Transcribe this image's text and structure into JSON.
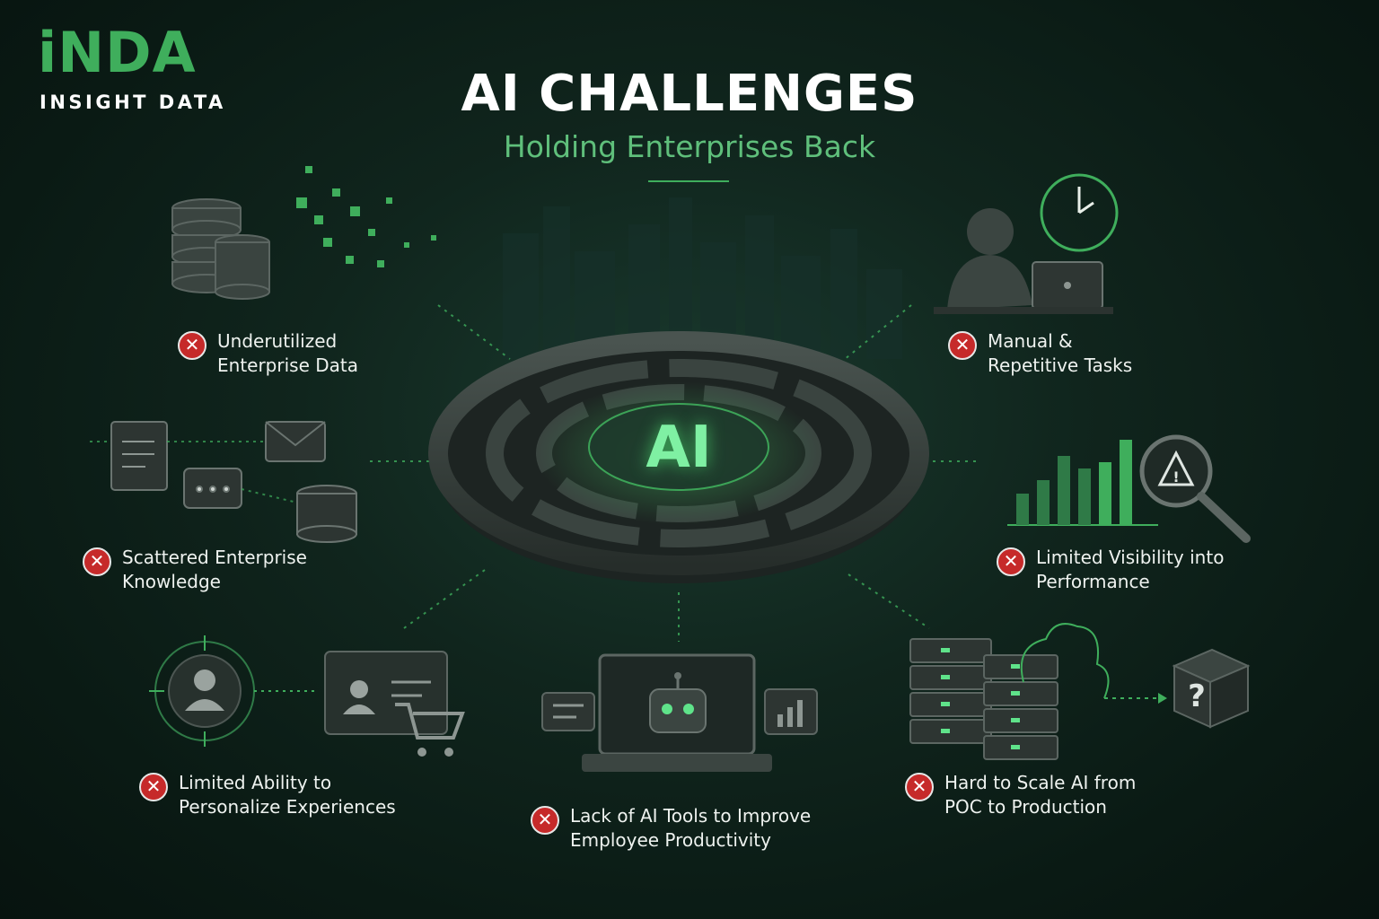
{
  "brand": {
    "logo_text": "iNDA",
    "logo_tagline": "INSIGHT DATA",
    "accent": "#3fae5c"
  },
  "header": {
    "title": "AI CHALLENGES",
    "subtitle": "Holding Enterprises Back"
  },
  "center": {
    "label": "AI",
    "icon": "maze-icon"
  },
  "status_color": "#c62a2a",
  "challenges": [
    {
      "line1": "Underutilized",
      "line2": "Enterprise Data",
      "icon": "database-icon"
    },
    {
      "line1": "Manual &",
      "line2": "Repetitive Tasks",
      "icon": "person-laptop-icon"
    },
    {
      "line1": "Scattered Enterprise",
      "line2": "Knowledge",
      "icon": "documents-icon"
    },
    {
      "line1": "Limited Visibility into",
      "line2": "Performance",
      "icon": "chart-magnifier-icon"
    },
    {
      "line1": "Limited Ability to",
      "line2": "Personalize Experiences",
      "icon": "user-target-icon"
    },
    {
      "line1": "Lack of AI Tools to Improve",
      "line2": "Employee Productivity",
      "icon": "robot-laptop-icon"
    },
    {
      "line1": "Hard to Scale AI from",
      "line2": "POC to Production",
      "icon": "servers-cloud-icon"
    }
  ],
  "icons": {
    "question_mark": "?"
  }
}
